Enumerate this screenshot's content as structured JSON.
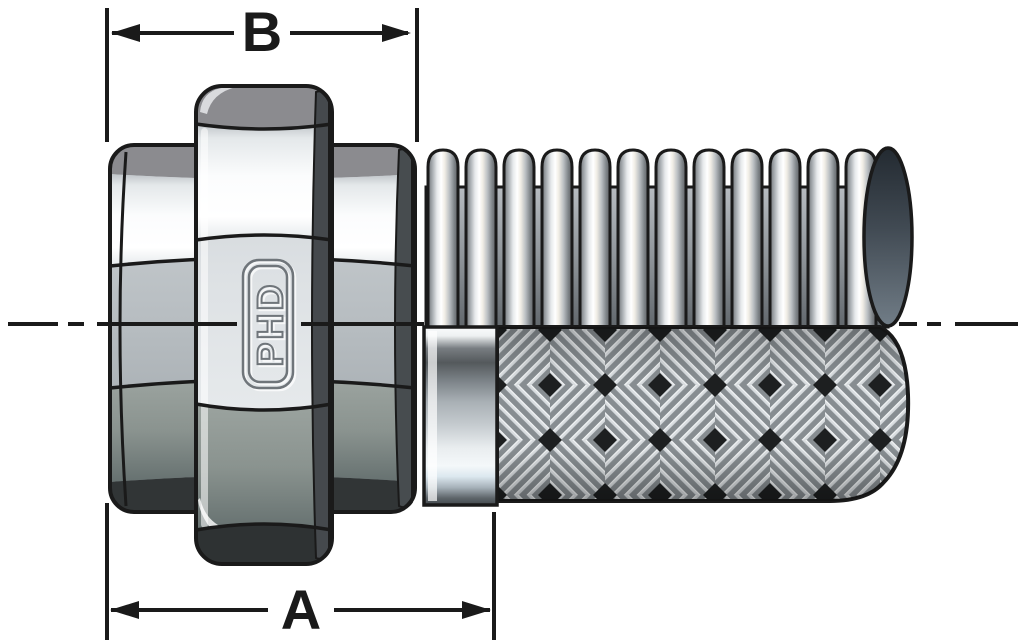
{
  "diagram": {
    "title": "Braided metal hose fitting dimension drawing",
    "labels": {
      "dim_b": "B",
      "dim_a": "A"
    },
    "logo": {
      "text": "PHD"
    },
    "parts": [
      "hex-fitting-body",
      "swivel-hex-nut",
      "ferrule-collar",
      "corrugated-hose",
      "braided-sheath",
      "hose-cut-end",
      "centerline",
      "dimension-b",
      "dimension-a"
    ],
    "colors": {
      "outline": "#1a1a1a",
      "metal_bright": "#fbfcfd",
      "metal_mid": "#9ea5aa",
      "metal_dark": "#667170",
      "cap_dark": "#2e3233",
      "cap_gray": "#8b8b8f",
      "braid_light": "#d9dde0",
      "braid_dark": "#878d91",
      "background": "#ffffff"
    }
  }
}
